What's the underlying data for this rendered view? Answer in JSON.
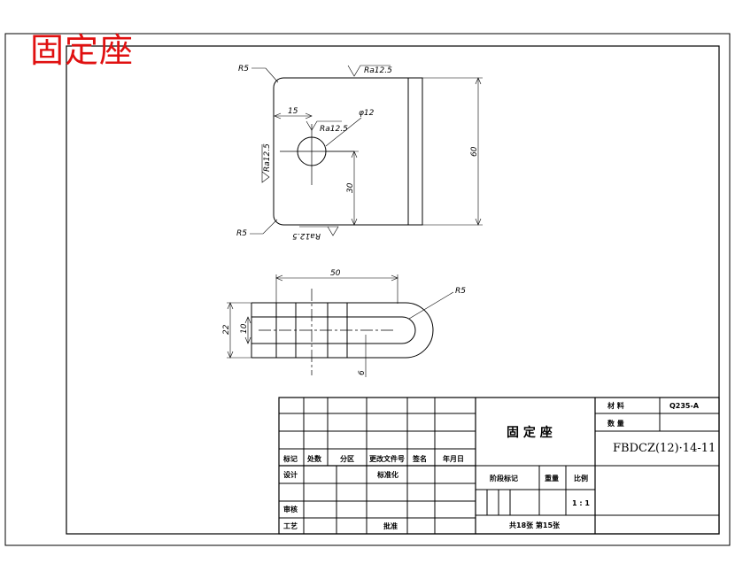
{
  "document": {
    "title": "固定座"
  },
  "drawing": {
    "top_view": {
      "radius_top_left": "R5",
      "radius_bottom_left": "R5",
      "roughness_top": "Ra12.5",
      "roughness_hole": "Ra12.5",
      "roughness_left": "Ra12.5",
      "roughness_bottom": "Ra12.5",
      "dim_hole_offset": "15",
      "dim_hole_diameter": "φ12",
      "dim_hole_height": "30",
      "dim_height": "60"
    },
    "section_view": {
      "dim_length": "50",
      "dim_radius": "R5",
      "dim_height": "22",
      "dim_slot_width": "10",
      "dim_thickness": "6"
    }
  },
  "title_block": {
    "material_label": "材  料",
    "material_value": "Q235-A",
    "quantity_label": "数  量",
    "part_name": "固 定 座",
    "drawing_number": "FBDCZ(12)·14-11",
    "headers": [
      "标记",
      "处数",
      "分区",
      "更改文件号",
      "签名",
      "年月日"
    ],
    "design_label": "设计",
    "standardize_label": "标准化",
    "stage_mark_label": "阶段标记",
    "weight_label": "重量",
    "scale_label": "比例",
    "scale_value": "1 : 1",
    "review_label": "审核",
    "process_label": "工艺",
    "approve_label": "批准",
    "sheets_text": "共18张  第15张"
  }
}
